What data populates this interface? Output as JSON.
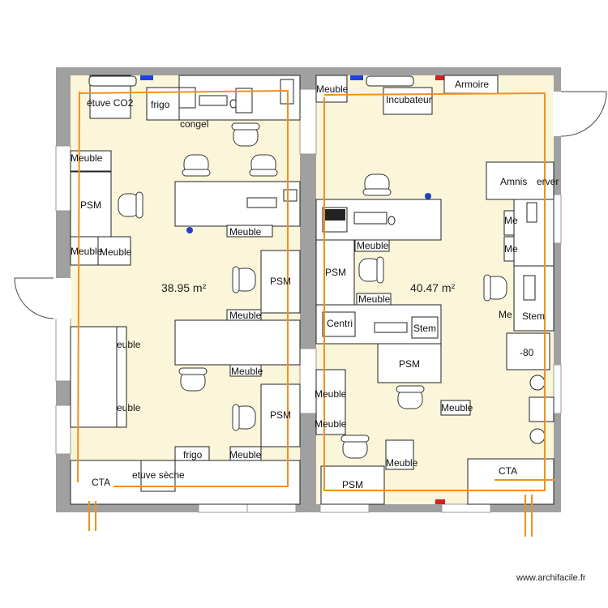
{
  "rooms": [
    {
      "area": "38.95 m²"
    },
    {
      "area": "40.47 m²"
    }
  ],
  "labels": {
    "etuve_co2": "étuve CO2",
    "frigo_top": "frigo",
    "congel": "congel",
    "meuble_l1": "Meuble",
    "psm_l1": "PSM",
    "meuble_l2": "Meuble",
    "meuble_l3": "Meuble",
    "meuble_c1": "Meuble",
    "psm_l2": "PSM",
    "meuble_c2": "Meuble",
    "meuble_l4": "euble",
    "meuble_c3": "Meuble",
    "meuble_l5": "euble",
    "psm_l3": "PSM",
    "frigo_bottom": "frigo",
    "meuble_c4": "Meuble",
    "etuve_seche": "etuve sèche",
    "cta_left": "CTA",
    "meuble_r_top": "Meuble",
    "incubateur": "Incubateur",
    "armoire": "Armoire",
    "amnis": "Amnis",
    "server": "erver",
    "meuble_r1": "Meuble",
    "psm_r1": "PSM",
    "meuble_r2": "Meuble",
    "me_1": "Me",
    "me_2": "Me",
    "me_3": "Me",
    "stem_right": "Stem",
    "centri": "Centri",
    "stem_mid": "Stem",
    "minus80": "-80",
    "psm_r2": "PSM",
    "meuble_r3": "Meuble",
    "meuble_r4": "Meuble",
    "meuble_r5": "Meuble",
    "meuble_r6": "Meuble",
    "cta_right": "CTA",
    "psm_r3": "PSM"
  },
  "watermark": "www.archifacile.fr",
  "colors": {
    "wall": "#a0a0a0",
    "floor": "#fbf5da",
    "duct": "#f09020",
    "red_marker": "#d62020",
    "blue_marker": "#2040e0",
    "blue_dot": "#2040c0"
  }
}
